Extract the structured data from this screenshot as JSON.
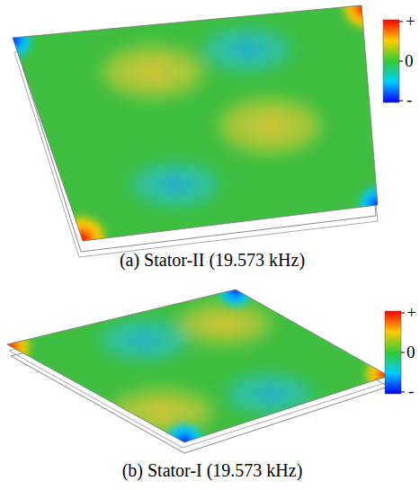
{
  "diagram": {
    "labels": [
      "(a) Stator-II (19.573 kHz)",
      "+",
      "0",
      "-",
      "(b) Stator-I (19.573 kHz)",
      "+",
      "0",
      "-"
    ]
  }
}
